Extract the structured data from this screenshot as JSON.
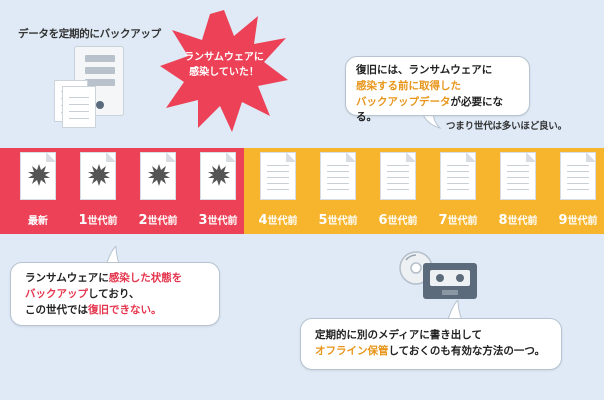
{
  "top_caption": "データを定期的にバックアップ",
  "burst": {
    "line1": "ランサムウェアに",
    "line2": "感染していた！",
    "color": "#ec4156"
  },
  "bubble_top": {
    "line1": "復旧には、ランサムウェアに",
    "line2_highlight": "感染する前に取得した",
    "line3_highlight": "バックアップデータ",
    "line3_rest": "が必要になる。"
  },
  "sub_note": "つまり世代は多いほど良い。",
  "generations": [
    {
      "num": "",
      "suffix": "最新",
      "infected": true
    },
    {
      "num": "1",
      "suffix": "世代前",
      "infected": true
    },
    {
      "num": "2",
      "suffix": "世代前",
      "infected": true
    },
    {
      "num": "3",
      "suffix": "世代前",
      "infected": true
    },
    {
      "num": "4",
      "suffix": "世代前",
      "infected": false
    },
    {
      "num": "5",
      "suffix": "世代前",
      "infected": false
    },
    {
      "num": "6",
      "suffix": "世代前",
      "infected": false
    },
    {
      "num": "7",
      "suffix": "世代前",
      "infected": false
    },
    {
      "num": "8",
      "suffix": "世代前",
      "infected": false
    },
    {
      "num": "9",
      "suffix": "世代前",
      "infected": false
    }
  ],
  "bubble_left": {
    "line1_a": "ランサムウェアに",
    "line1_hl": "感染した状態を",
    "line2_hl": "バックアップ",
    "line2_rest": "しており、",
    "line3_a": "この世代では",
    "line3_hl": "復旧できない。"
  },
  "bubble_right": {
    "line1": "定期的に別のメディアに書き出して",
    "line2_hl": "オフライン保管",
    "line2_rest": "しておくのも有効な方法の一つ。"
  },
  "colors": {
    "infected_band": "#ec4156",
    "safe_band": "#f6b52c",
    "highlight_orange": "#e8961b",
    "highlight_red": "#e4364e"
  }
}
